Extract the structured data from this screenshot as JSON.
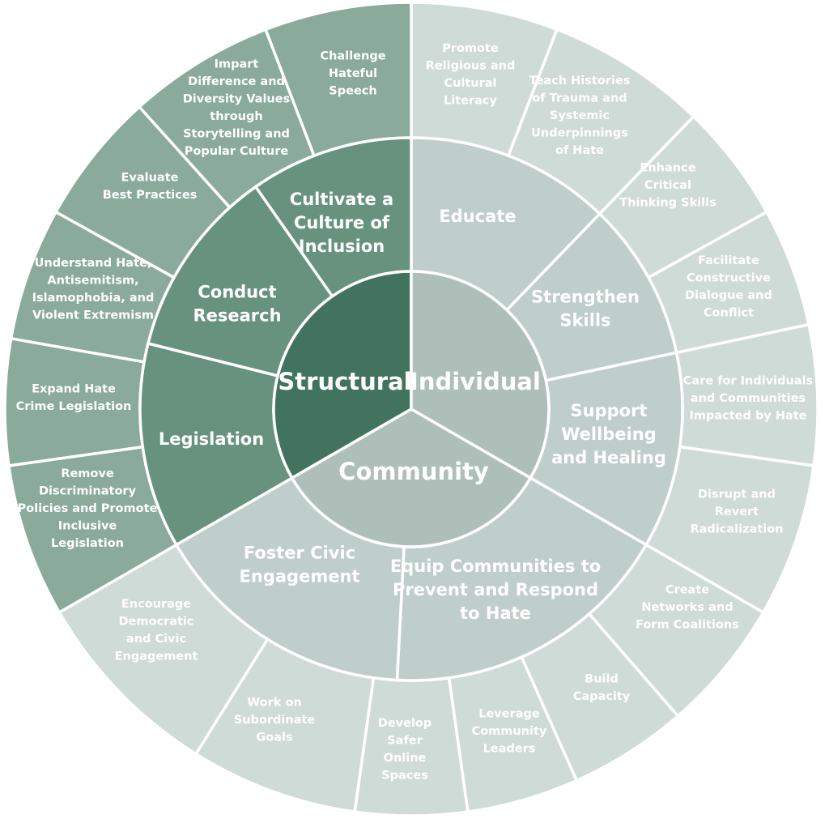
{
  "colors": {
    "structural_core": "#41735f",
    "structural_mid": "#67927e",
    "structural_outer": "#8aaa9c",
    "individual_core": "#aebfba",
    "individual_mid": "#bfceca",
    "individual_outer": "#cfdbd7",
    "community_core": "#aebfba",
    "community_mid": "#bfceca",
    "community_outer": "#cfdbd7"
  },
  "core": [
    {
      "id": "structural",
      "label": "Structural",
      "start": 240,
      "end": 360
    },
    {
      "id": "individual",
      "label": "Individual",
      "start": 0,
      "end": 120
    },
    {
      "id": "community",
      "label": "Community",
      "start": 120,
      "end": 240
    }
  ],
  "middle": [
    {
      "id": "educate",
      "label": [
        "Educate"
      ],
      "group": "individual",
      "start": 0,
      "end": 44
    },
    {
      "id": "strengthen-skills",
      "label": [
        "Strengthen",
        "Skills"
      ],
      "group": "individual",
      "start": 44,
      "end": 78
    },
    {
      "id": "support-wellbeing",
      "label": [
        "Support",
        "Wellbeing",
        "and Healing"
      ],
      "group": "individual",
      "start": 78,
      "end": 120
    },
    {
      "id": "equip-communities",
      "label": [
        "Equip Communities to",
        "Prevent and Respond",
        "to Hate"
      ],
      "group": "community",
      "start": 120,
      "end": 183
    },
    {
      "id": "foster-civic",
      "label": [
        "Foster Civic",
        "Engagement"
      ],
      "group": "community",
      "start": 183,
      "end": 240
    },
    {
      "id": "legislation",
      "label": [
        "Legislation"
      ],
      "group": "structural",
      "start": 240,
      "end": 284
    },
    {
      "id": "conduct-research",
      "label": [
        "Conduct",
        "Research"
      ],
      "group": "structural",
      "start": 284,
      "end": 325
    },
    {
      "id": "cultivate-culture",
      "label": [
        "Cultivate a",
        "Culture of",
        "Inclusion"
      ],
      "group": "structural",
      "start": 325,
      "end": 360
    }
  ],
  "outer": [
    {
      "id": "promote-literacy",
      "label": [
        "Promote",
        "Religious and",
        "Cultural",
        "Literacy"
      ],
      "group": "individual",
      "start": 0,
      "end": 21
    },
    {
      "id": "teach-histories",
      "label": [
        "Teach Histories",
        "of Trauma and",
        "Systemic",
        "Underpinnings",
        "of Hate"
      ],
      "group": "individual",
      "start": 21,
      "end": 44
    },
    {
      "id": "critical-thinking",
      "label": [
        "Enhance",
        "Critical",
        "Thinking Skills"
      ],
      "group": "individual",
      "start": 44,
      "end": 61
    },
    {
      "id": "constructive-dialogue",
      "label": [
        "Facilitate",
        "Constructive",
        "Dialogue and",
        "Conflict"
      ],
      "group": "individual",
      "start": 61,
      "end": 78
    },
    {
      "id": "care-individuals",
      "label": [
        "Care for Individuals",
        "and Communities",
        "Impacted by Hate"
      ],
      "group": "individual",
      "start": 78,
      "end": 98
    },
    {
      "id": "disrupt-radicalization",
      "label": [
        "Disrupt and",
        "Revert",
        "Radicalization"
      ],
      "group": "individual",
      "start": 98,
      "end": 120
    },
    {
      "id": "create-networks",
      "label": [
        "Create",
        "Networks and",
        "Form Coalitions"
      ],
      "group": "community",
      "start": 120,
      "end": 139
    },
    {
      "id": "build-capacity",
      "label": [
        "Build",
        "Capacity"
      ],
      "group": "community",
      "start": 139,
      "end": 156
    },
    {
      "id": "leverage-leaders",
      "label": [
        "Leverage",
        "Community",
        "Leaders"
      ],
      "group": "community",
      "start": 156,
      "end": 172
    },
    {
      "id": "safer-online",
      "label": [
        "Develop",
        "Safer",
        "Online",
        "Spaces"
      ],
      "group": "community",
      "start": 172,
      "end": 188
    },
    {
      "id": "subordinate-goals",
      "label": [
        "Work on",
        "Subordinate",
        "Goals"
      ],
      "group": "community",
      "start": 188,
      "end": 212
    },
    {
      "id": "democratic-engagement",
      "label": [
        "Encourage",
        "Democratic",
        "and Civic",
        "Engagement"
      ],
      "group": "community",
      "start": 212,
      "end": 240
    },
    {
      "id": "remove-policies",
      "label": [
        "Remove",
        "Discriminatory",
        "Policies and Promote",
        "Inclusive",
        "Legislation"
      ],
      "group": "structural",
      "start": 240,
      "end": 262
    },
    {
      "id": "expand-legislation",
      "label": [
        "Expand Hate",
        "Crime Legislation"
      ],
      "group": "structural",
      "start": 262,
      "end": 280
    },
    {
      "id": "understand-hate",
      "label": [
        "Understand Hate,",
        "Antisemitism,",
        "Islamophobia, and",
        "Violent Extremism"
      ],
      "group": "structural",
      "start": 280,
      "end": 299
    },
    {
      "id": "evaluate-practices",
      "label": [
        "Evaluate",
        "Best Practices"
      ],
      "group": "structural",
      "start": 299,
      "end": 318
    },
    {
      "id": "impart-values",
      "label": [
        "Impart",
        "Difference and",
        "Diversity Values",
        "through",
        "Storytelling and",
        "Popular Culture"
      ],
      "group": "structural",
      "start": 318,
      "end": 339
    },
    {
      "id": "challenge-speech",
      "label": [
        "Challenge",
        "Hateful",
        "Speech"
      ],
      "group": "structural",
      "start": 339,
      "end": 360
    }
  ]
}
